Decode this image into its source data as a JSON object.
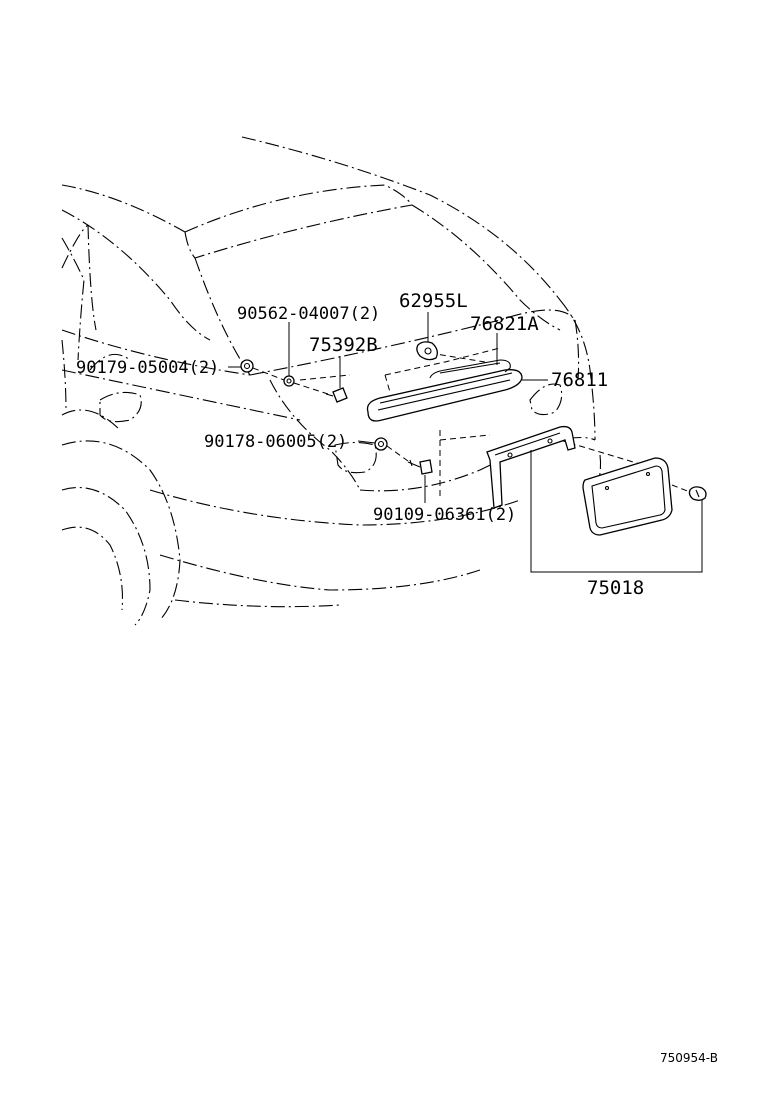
{
  "diagram": {
    "part_labels": {
      "p62955L": "62955L",
      "p76821A": "76821A",
      "p76811": "76811",
      "p90562": "90562-04007(2)",
      "p75392B": "75392B",
      "p90179": "90179-05004(2)",
      "p90178": "90178-06005(2)",
      "p90109": "90109-06361(2)",
      "p75018": "75018"
    },
    "catalog_code": "750954-B"
  }
}
